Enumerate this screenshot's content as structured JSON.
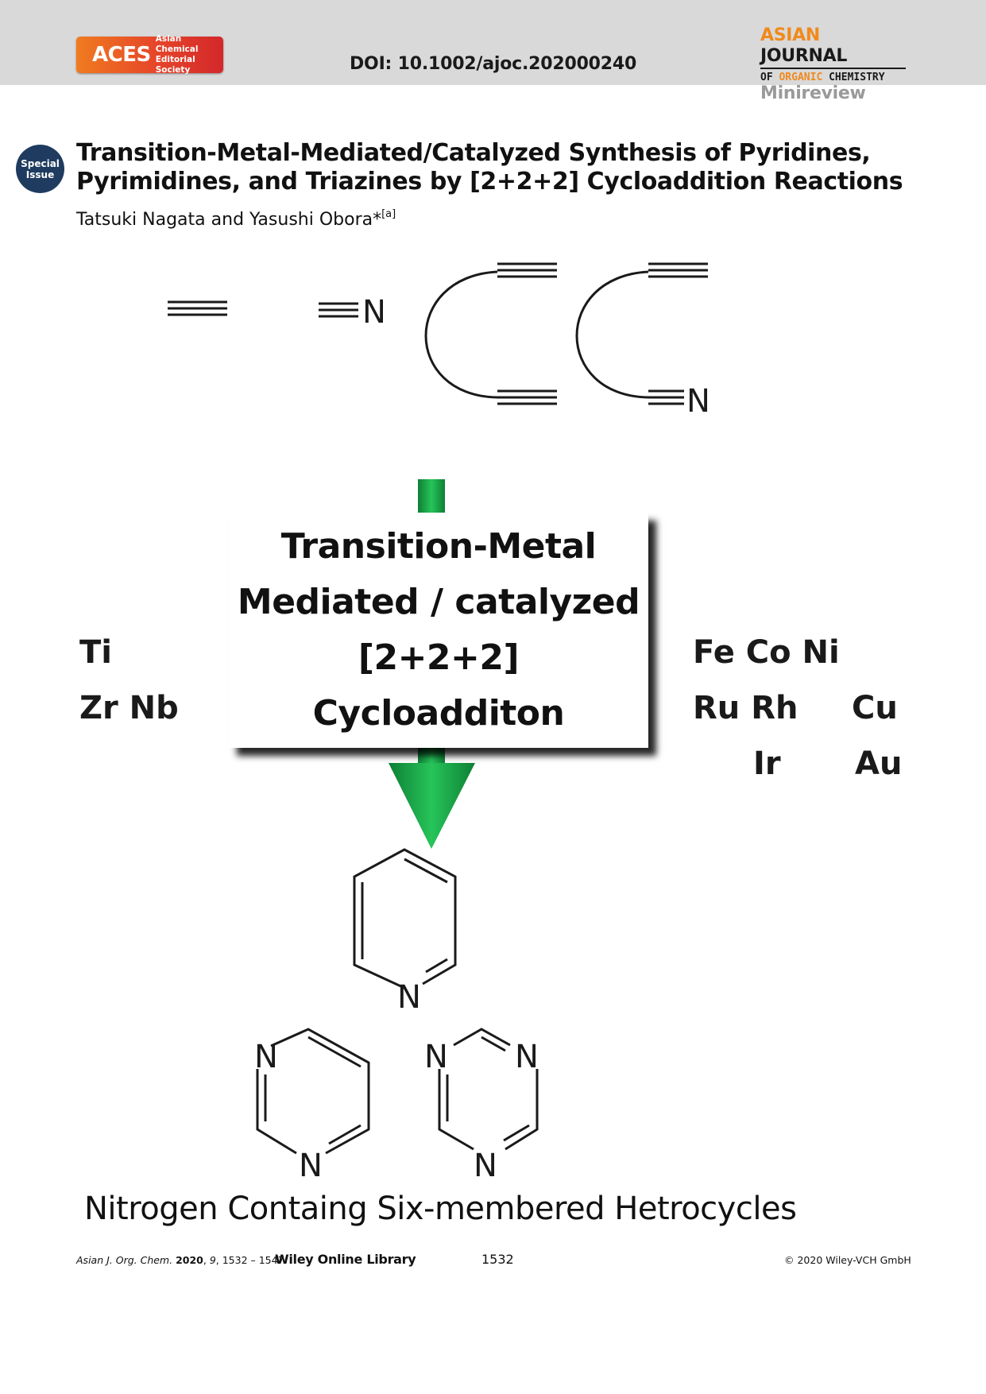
{
  "header": {
    "logo_main": "ACES",
    "logo_sub_line1": "Asian Chemical",
    "logo_sub_line2": "Editorial Society",
    "doi": "DOI: 10.1002/ajoc.202000240",
    "journal_asian": "ASIAN",
    "journal_journal": "JOURNAL",
    "journal_of": "OF",
    "journal_organic": "ORGANIC",
    "journal_chemistry": "CHEMISTRY",
    "article_type": "Minireview"
  },
  "badge": {
    "line1": "Special",
    "line2": "Issue"
  },
  "title": {
    "line1": "Transition-Metal-Mediated/Catalyzed Synthesis of Pyridines,",
    "line2": "Pyrimidines, and Triazines by [2+2+2] Cycloaddition Reactions"
  },
  "authors": {
    "text": "Tatsuki Nagata and Yasushi Obora*",
    "affiliation": "[a]"
  },
  "figure": {
    "box_lines": [
      "Transition-Metal",
      "Mediated / catalyzed",
      "[2+2+2]",
      "Cycloadditon"
    ],
    "metals_left": [
      "Ti",
      "Zr Nb"
    ],
    "metals_right": [
      "Fe Co Ni",
      "Ru Rh",
      "Cu",
      "Ir",
      "Au"
    ],
    "atom_label": "N",
    "caption": "Nitrogen Containg Six-membered Hetrocycles",
    "arrow_color": "#1aa04a"
  },
  "footer": {
    "journal_abbrev": "Asian J. Org. Chem.",
    "year": "2020",
    "volume": "9",
    "pages": "1532 – 1547",
    "library": "Wiley Online Library",
    "page_number": "1532",
    "copyright": "© 2020 Wiley-VCH GmbH"
  }
}
